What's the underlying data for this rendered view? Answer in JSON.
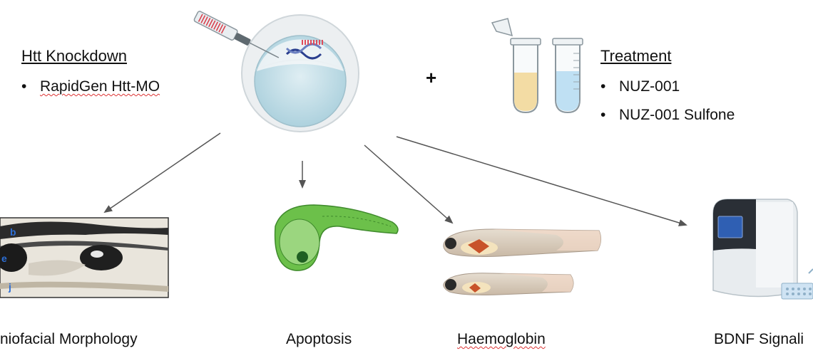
{
  "left_panel": {
    "heading": "Htt Knockdown",
    "bullets": [
      "RapidGen Htt-MO"
    ]
  },
  "plus_sign": "+",
  "right_panel": {
    "heading": "Treatment",
    "bullets": [
      "NUZ-001",
      "NUZ-001 Sulfone"
    ]
  },
  "outcomes": [
    {
      "label": "niofacial Morphology",
      "image": "zebrafish-head-photo"
    },
    {
      "label": "Apoptosis",
      "image": "green-embryo-illustration"
    },
    {
      "label": "Haemoglobin",
      "image": "stained-larvae-illustration"
    },
    {
      "label": "BDNF Signali",
      "image": "plate-reader-instrument"
    }
  ],
  "photo_markers": [
    "b",
    "e",
    "j"
  ],
  "colors": {
    "embryo_green": "#6cc04a",
    "arrow_gray": "#555555",
    "tube_yellow": "#f3dca4",
    "tube_blue": "#bfe0f3",
    "instrument_screen": "#2f5fb3"
  }
}
